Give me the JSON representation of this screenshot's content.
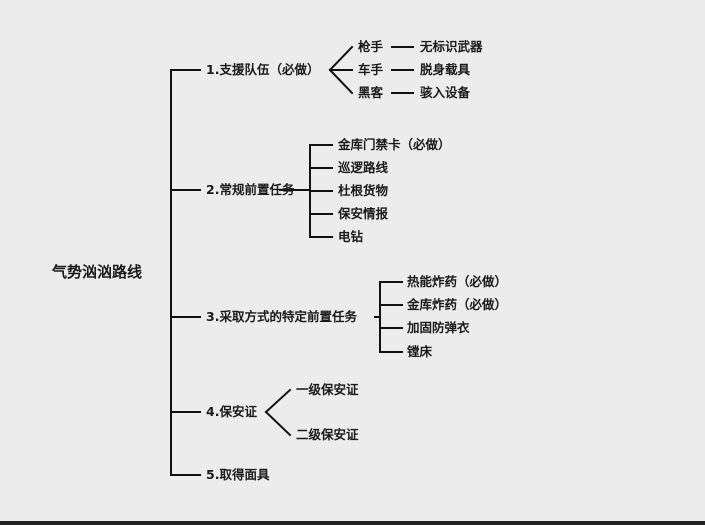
{
  "root": "气势汹汹路线",
  "branches": {
    "b1": {
      "label": "1.支援队伍（必做）",
      "children": [
        {
          "label": "枪手",
          "detail": "无标识武器"
        },
        {
          "label": "车手",
          "detail": "脱身载具"
        },
        {
          "label": "黑客",
          "detail": "骇入设备"
        }
      ]
    },
    "b2": {
      "label": "2.常规前置任务",
      "children": [
        "金库门禁卡（必做）",
        "巡逻路线",
        "杜根货物",
        "保安情报",
        "电钻"
      ]
    },
    "b3": {
      "label": "3.采取方式的特定前置任务",
      "children": [
        "热能炸药（必做）",
        "金库炸药（必做）",
        "加固防弹衣",
        "镗床"
      ]
    },
    "b4": {
      "label": "4.保安证",
      "children": [
        "一级保安证",
        "二级保安证"
      ]
    },
    "b5": {
      "label": "5.取得面具"
    }
  }
}
